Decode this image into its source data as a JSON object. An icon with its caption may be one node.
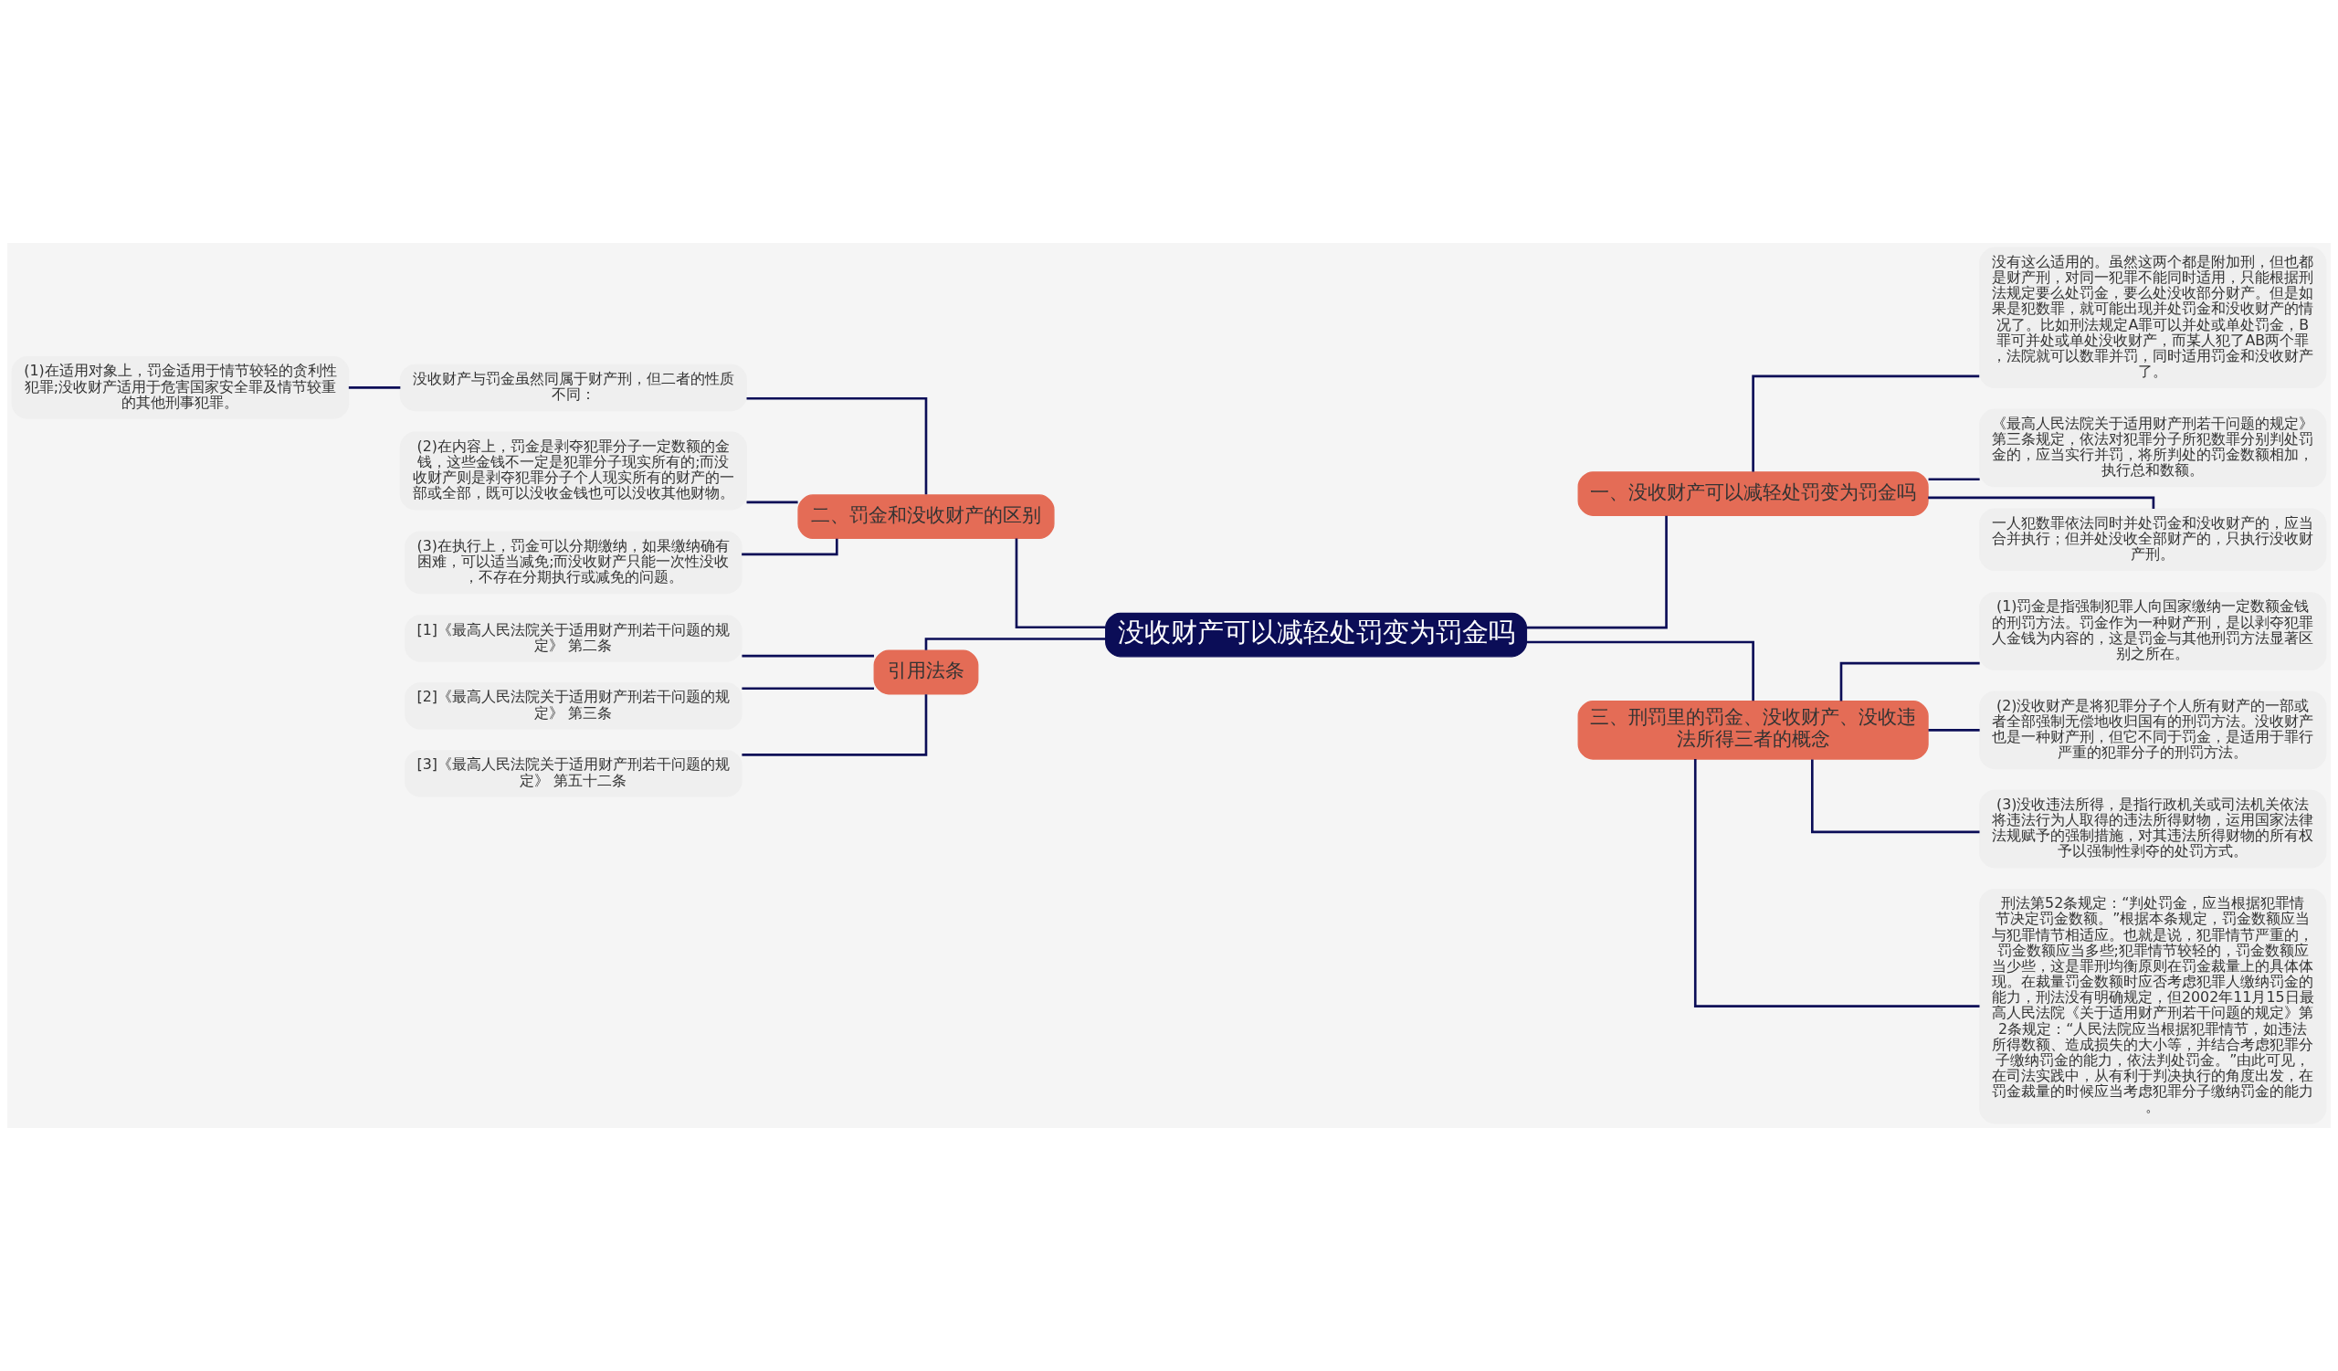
{
  "diagram": {
    "nodes": [
      {
        "text": [
          "没收财产可以减轻处罚变为罚金吗"
        ]
      },
      {
        "text": [
          "一、没收财产可以减轻处罚变为罚金吗"
        ]
      },
      {
        "text": [
          "没有这么适用的。虽然这两个都是附加刑，但也都是财产刑，对同一犯罪不能同时适用，只能根据刑法规定要么处罚金，要么处没收部分财产。但是如果是犯数罪，就可能出现并处罚金和没收财产的情况了。比如刑法规定A罪可以并处或单处罚金，B罪可并处或单处没收财产，而某人犯了AB两个罪，法院就可以数罪并罚，同时适用罚金和没收财产了。"
        ]
      },
      {
        "text": [
          "《最高人民法院关于适用财产刑若干问题的规定》第三条规定，依法对犯罪分子所犯数罪分别判处罚金的，应当实行并罚，将所判处的罚金数额相加，执行总和数额。"
        ]
      },
      {
        "text": [
          "一人犯数罪依法同时并处罚金和没收财产的，应当合并执行；但并处没收全部财产的，只执行没收财产刑。"
        ]
      },
      {
        "text": [
          "二、罚金和没收财产的区别"
        ]
      },
      {
        "text": [
          "没收财产与罚金虽然同属于财产刑，但二者的性质不同："
        ]
      },
      {
        "text": [
          "(1)在适用对象上，罚金适用于情节较轻的贪利性犯罪;没收财产适用于危害国家安全罪及情节较重的其他刑事犯罪。"
        ]
      },
      {
        "text": [
          "(2)在内容上，罚金是剥夺犯罪分子一定数额的金钱，这些金钱不一定是犯罪分子现实所有的;而没收财产则是剥夺犯罪分子个人现实所有的财产的一部或全部，既可以没收金钱也可以没收其他财物。"
        ]
      },
      {
        "text": [
          "(3)在执行上，罚金可以分期缴纳，如果缴纳确有困难，可以适当减免;而没收财产只能一次性没收，不存在分期执行或减免的问题。"
        ]
      },
      {
        "text": [
          "三、刑罚里的罚金、没收财产、没收违法所得三者的概念"
        ]
      },
      {
        "text": [
          "(1)罚金是指强制犯罪人向国家缴纳一定数额金钱的刑罚方法。罚金作为一种财产刑，是以剥夺犯罪人金钱为内容的，这是罚金与其他刑罚方法显著区别之所在。"
        ]
      },
      {
        "text": [
          "(2)没收财产是将犯罪分子个人所有财产的一部或者全部强制无偿地收归国有的刑罚方法。没收财产也是一种财产刑，但它不同于罚金，是适用于罪行严重的犯罪分子的刑罚方法。"
        ]
      },
      {
        "text": [
          "(3)没收违法所得，是指行政机关或司法机关依法将违法行为人取得的违法所得财物，运用国家法律法规赋予的强制措施，对其违法所得财物的所有权予以强制性剥夺的处罚方式。"
        ]
      },
      {
        "text": [
          "刑法第52条规定：“判处罚金，应当根据犯罪情节决定罚金数额。”根据本条规定，罚金数额应当与犯罪情节相适应。也就是说，犯罪情节严重的，罚金数额应当多些;犯罪情节较轻的，罚金数额应当少些，这是罪刑均衡原则在罚金裁量上的具体体现。在裁量罚金数额时应否考虑犯罪人缴纳罚金的能力，刑法没有明确规定，但2002年11月15日最高人民法院《关于适用财产刑若干问题的规定》第2条规定：“人民法院应当根据犯罪情节，如违法所得数额、造成损失的大小等，并结合考虑犯罪分子缴纳罚金的能力，依法判处罚金。”由此可见，在司法实践中，从有利于判决执行的角度出发，在罚金裁量的时候应当考虑犯罪分子缴纳罚金的能力。"
        ]
      },
      {
        "text": [
          "引用法条"
        ]
      },
      {
        "text": [
          "[1]《最高人民法院关于适用财产刑若干问题的规定》 第二条"
        ]
      },
      {
        "text": [
          "[2]《最高人民法院关于适用财产刑若干问题的规定》 第三条"
        ]
      },
      {
        "text": [
          "[3]《最高人民法院关于适用财产刑若干问题的规定》 第五十二条"
        ]
      }
    ],
    "edges": [
      {
        "from": 0,
        "to": 1,
        "arrow": "none"
      },
      {
        "from": 1,
        "to": 2,
        "arrow": "none"
      },
      {
        "from": 1,
        "to": 3,
        "arrow": "none"
      },
      {
        "from": 1,
        "to": 4,
        "arrow": "none"
      },
      {
        "from": 0,
        "to": 5,
        "arrow": "none"
      },
      {
        "from": 5,
        "to": 6,
        "arrow": "none"
      },
      {
        "from": 6,
        "to": 7,
        "arrow": "none"
      },
      {
        "from": 5,
        "to": 8,
        "arrow": "none"
      },
      {
        "from": 5,
        "to": 9,
        "arrow": "none"
      },
      {
        "from": 0,
        "to": 10,
        "arrow": "none"
      },
      {
        "from": 10,
        "to": 11,
        "arrow": "none"
      },
      {
        "from": 10,
        "to": 12,
        "arrow": "none"
      },
      {
        "from": 10,
        "to": 13,
        "arrow": "none"
      },
      {
        "from": 10,
        "to": 14,
        "arrow": "none"
      },
      {
        "from": 0,
        "to": 15,
        "arrow": "none"
      },
      {
        "from": 15,
        "to": 16,
        "arrow": "none"
      },
      {
        "from": 15,
        "to": 17,
        "arrow": "none"
      },
      {
        "from": 15,
        "to": 18,
        "arrow": "none"
      }
    ]
  }
}
